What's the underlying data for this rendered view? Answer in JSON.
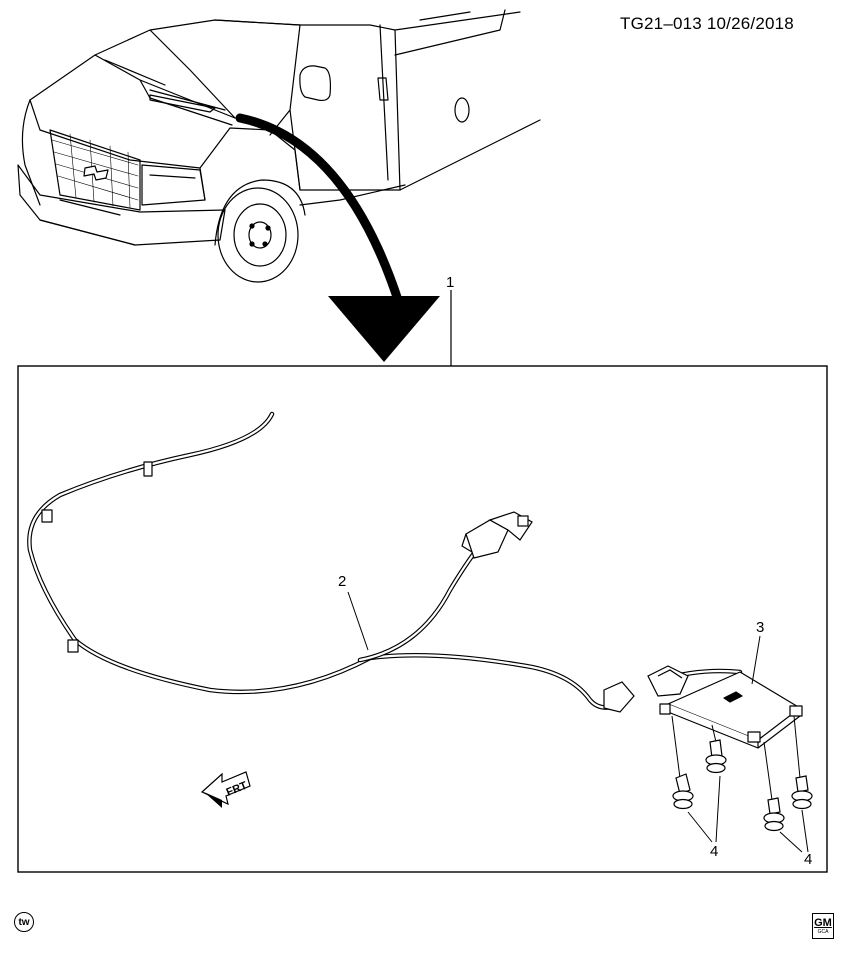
{
  "header": {
    "figure_id": "TG21–013  10/26/2018"
  },
  "callouts": {
    "c1": "1",
    "c2": "2",
    "c3": "3",
    "c4a": "4",
    "c4b": "4"
  },
  "direction_marker": {
    "label": "FRT"
  },
  "footer": {
    "badge": "tw",
    "logo_main": "GM",
    "logo_sub": "GCA"
  }
}
